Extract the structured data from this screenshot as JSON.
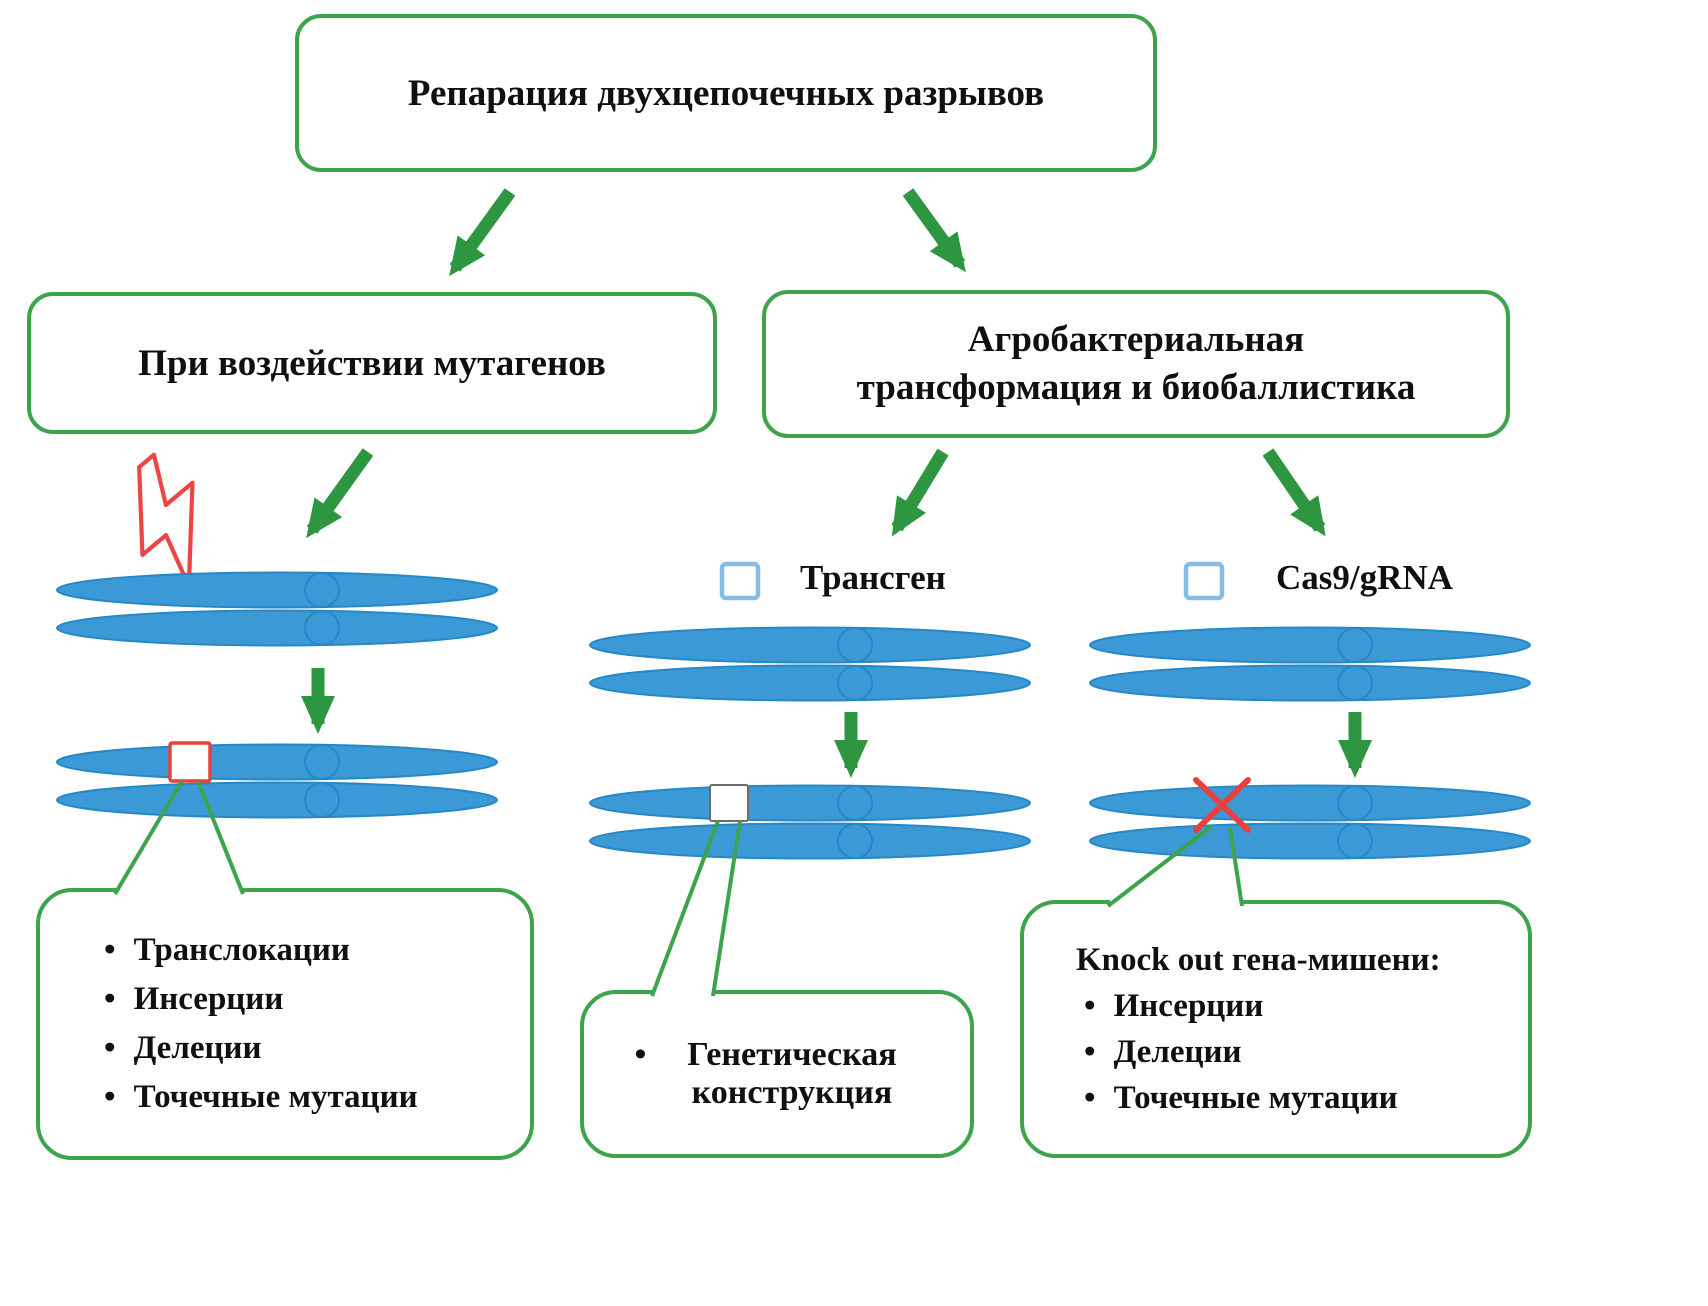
{
  "ui": {
    "bullet": "•"
  },
  "colors": {
    "box_border_green": "#3ea44b",
    "arrow_green": "#2e9641",
    "chromosome_blue": "#3b99d6",
    "accent_red": "#e8403c"
  },
  "root": {
    "label": "Репарация двухцепочечных разрывов"
  },
  "branches": {
    "mutagens": {
      "label": "При воздействии мутагенов"
    },
    "transformation": {
      "label_lines": [
        "Агробактериальная",
        "трансформация и биобаллистика"
      ]
    }
  },
  "legend": {
    "transgene": "Трансген",
    "cas9": "Cas9/gRNA"
  },
  "callouts": {
    "mutagens": {
      "items": [
        "Транслокации",
        "Инсерции",
        "Делеции",
        "Точечные мутации"
      ]
    },
    "transgene": {
      "items": [
        "Генетическая конструкция"
      ]
    },
    "knockout": {
      "title": "Knock out гена-мишени:",
      "items": [
        "Инсерции",
        "Делеции",
        "Точечные мутации"
      ]
    }
  },
  "icons": {
    "lightning": "mutagen-lightning-icon",
    "mutation_marker": "red-square-marker",
    "transgene_marker": "white-square-marker",
    "knockout_marker": "red-cross-marker"
  }
}
